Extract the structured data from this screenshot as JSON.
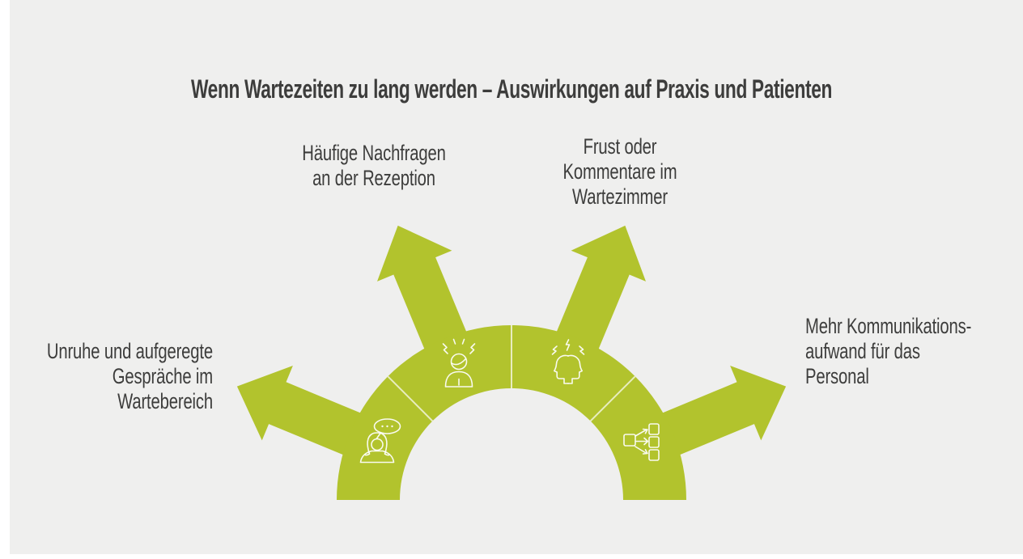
{
  "title": "Wenn Wartezeiten zu lang werden – Auswirkungen auf Praxis und Patienten",
  "spokes": [
    {
      "id": "waiting-area-unrest",
      "label": "Unruhe und aufgeregte\nGespräche im Wartebereich",
      "icon": "person-speech-bubble-icon",
      "position": "left"
    },
    {
      "id": "reception-inquiries",
      "label": "Häufige Nachfragen\nan der Rezeption",
      "icon": "stressed-person-icon",
      "position": "upper-left"
    },
    {
      "id": "waiting-room-frustration",
      "label": "Frust oder\nKommentare im\nWartezimmer",
      "icon": "conflict-heads-icon",
      "position": "upper-right"
    },
    {
      "id": "staff-communication-effort",
      "label": "Mehr Kommunikations-\naufwand für das\nPersonal",
      "icon": "distribution-icon",
      "position": "right"
    }
  ],
  "colors": {
    "accent_green": "#b2c32d",
    "canvas_background": "#efefee",
    "page_background": "#ffffff",
    "text": "#3d3d3c",
    "icon_stroke": "#ffffff"
  }
}
